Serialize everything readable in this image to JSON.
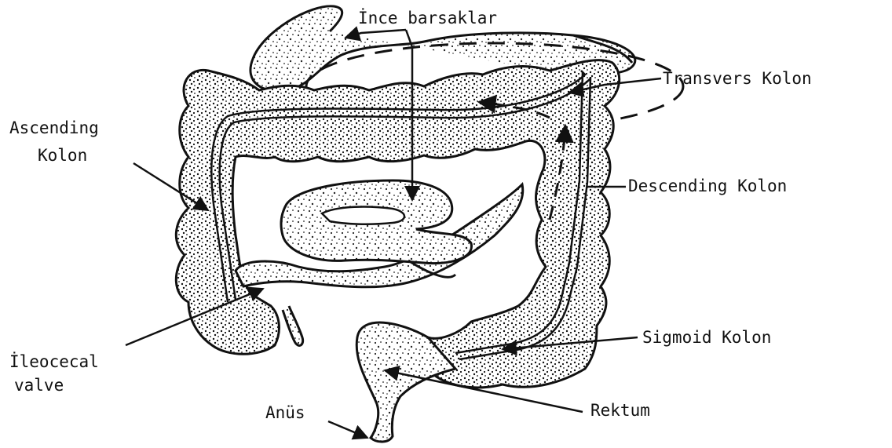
{
  "labels": {
    "small_intestines": "İnce barsaklar",
    "transverse_colon": "Transvers Kolon",
    "ascending_line1": "Ascending",
    "ascending_line2": "Kolon",
    "descending_colon": "Descending Kolon",
    "ileocecal_line1": "İleocecal",
    "ileocecal_line2": "valve",
    "sigmoid_colon": "Sigmoid Kolon",
    "rectum": "Rektum",
    "anus": "Anüs"
  },
  "colors": {
    "ink": "#111111",
    "background": "#ffffff"
  }
}
